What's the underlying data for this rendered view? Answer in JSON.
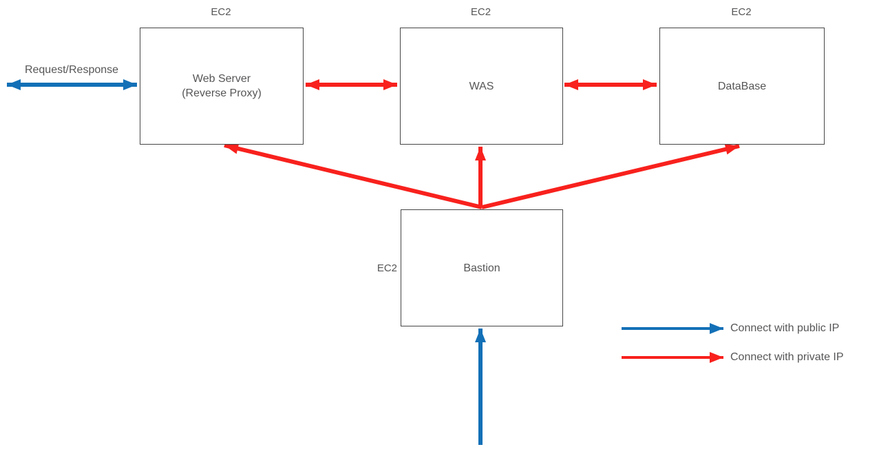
{
  "diagram": {
    "nodes": {
      "web_server": {
        "tag": "EC2",
        "line1": "Web Server",
        "line2": "(Reverse Proxy)"
      },
      "was": {
        "tag": "EC2",
        "label": "WAS"
      },
      "database": {
        "tag": "EC2",
        "label": "DataBase"
      },
      "bastion": {
        "tag": "EC2",
        "label": "Bastion"
      }
    },
    "annotations": {
      "request_response": "Request/Response"
    },
    "legend": {
      "public": {
        "label": "Connect with public IP"
      },
      "private": {
        "label": "Connect with private IP"
      }
    },
    "colors": {
      "public_ip": "#1370B7",
      "private_ip": "#F8211D",
      "text": "#565658",
      "box_border": "#454545"
    }
  }
}
